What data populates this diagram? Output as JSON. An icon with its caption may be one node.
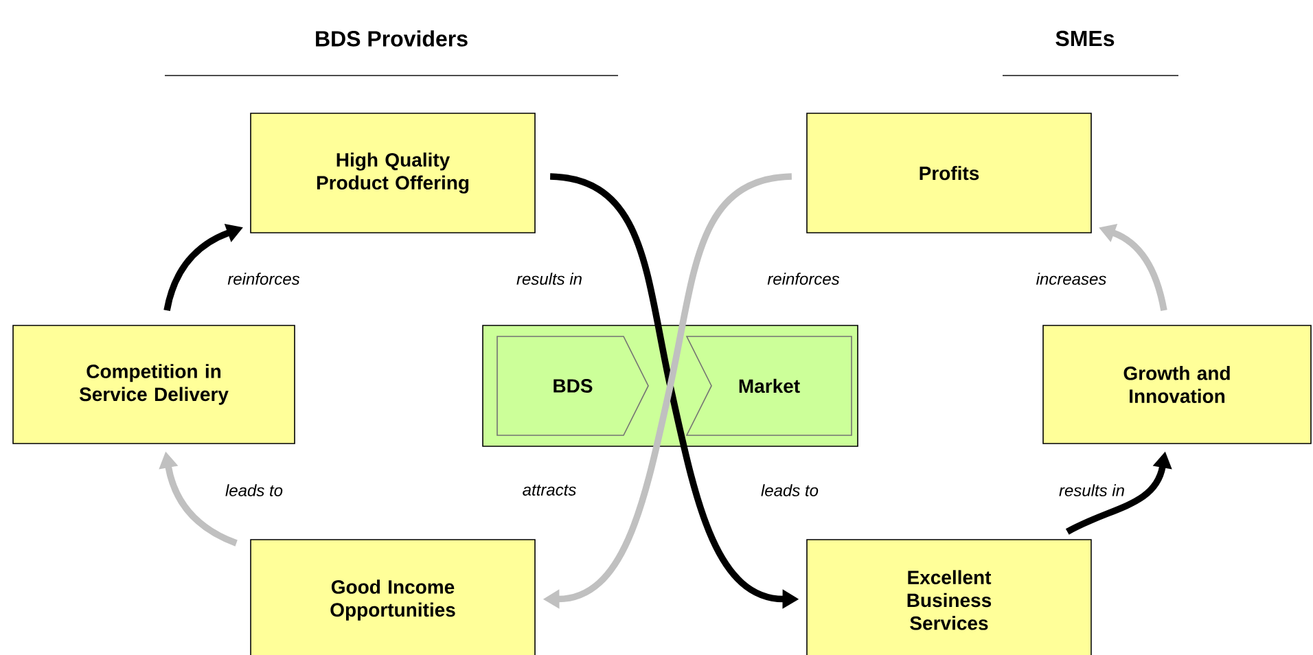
{
  "diagram": {
    "nodes": [
      {
        "text": [
          "High Quality Product Offering"
        ]
      },
      {
        "text": [
          "Profits"
        ]
      },
      {
        "text": [
          "Competition in Service Delivery"
        ]
      },
      {
        "text": [],
        "shape": "box"
      },
      {
        "text": [
          "BDS"
        ],
        "in": 3
      },
      {
        "text": [
          "Market"
        ],
        "in": 3
      },
      {
        "text": [
          "Growth and Innovation"
        ]
      },
      {
        "text": [
          "Good Income Opportunities"
        ]
      },
      {
        "text": [
          "Excellent Business Services"
        ]
      }
    ],
    "edges": [
      {
        "from": 2,
        "to": 0,
        "arrow": "to",
        "label": "reinforces"
      },
      {
        "from": 0,
        "to": 8,
        "arrow": "to",
        "label": "results in"
      },
      {
        "from": 1,
        "to": 7,
        "arrow": "to",
        "label": "reinforces",
        "color": "#c0c0c0"
      },
      {
        "from": 6,
        "to": 1,
        "arrow": "to",
        "label": "increases",
        "color": "#c0c0c0"
      },
      {
        "from": 7,
        "to": 2,
        "arrow": "to",
        "label": "leads to",
        "color": "#c0c0c0"
      },
      {
        "from": 8,
        "to": 6,
        "arrow": "to",
        "label": "results in"
      }
    ],
    "labels": [
      "BDS Providers",
      "SMEs",
      "attracts",
      "leads to"
    ]
  }
}
